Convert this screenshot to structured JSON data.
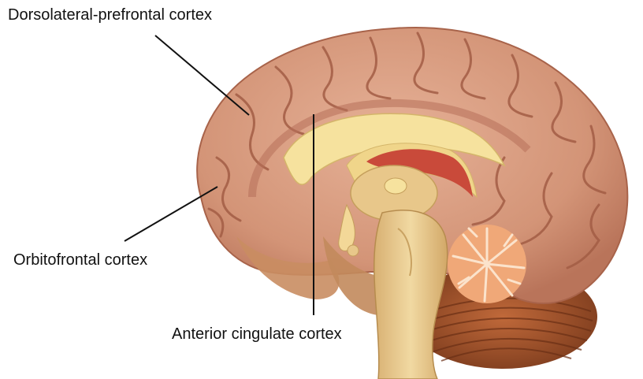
{
  "labels": {
    "dorsolateral_prefrontal": "Dorsolateral-prefrontal cortex",
    "orbitofrontal": "Orbitofrontal cortex",
    "anterior_cingulate": "Anterior cingulate cortex"
  },
  "colors": {
    "cortex": "#d79a7e",
    "cortex_shadow": "#b9745a",
    "corpus_callosum": "#f6e29e",
    "fornix_red": "#c94a3a",
    "brainstem": "#e9c98a",
    "cerebellum": "#a0522d",
    "arbor_vitae": "#f8c4a0",
    "leader_line": "#111111"
  }
}
